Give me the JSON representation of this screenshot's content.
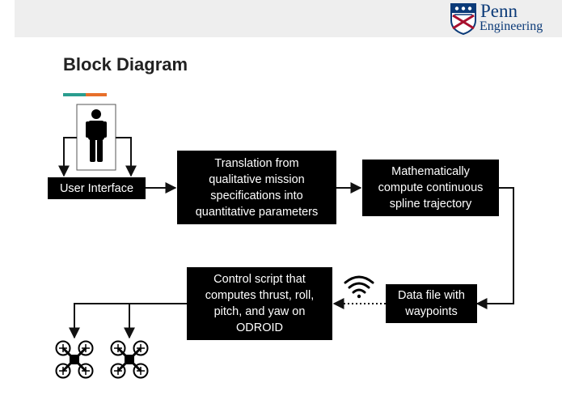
{
  "header": {
    "logo_line1": "Penn",
    "logo_line2": "Engineering",
    "logo_colors": {
      "navy": "#0b3a78",
      "red": "#a8102e"
    }
  },
  "slide": {
    "title": "Block Diagram",
    "accent_colors": [
      "#2a9d8f",
      "#e76f2a"
    ]
  },
  "diagram": {
    "nodes": {
      "user_interface": "User Interface",
      "translation": "Translation from\nqualitative mission\nspecifications into\nquantitative parameters",
      "spline": "Mathematically\ncompute continuous\nspline trajectory",
      "data_file": "Data file with\nwaypoints",
      "control_script": "Control script that\ncomputes thrust, roll,\npitch, and yaw on\nODROID"
    },
    "icons": [
      "person-icon",
      "wifi-icon",
      "drone-icon",
      "drone-icon"
    ],
    "edges": [
      {
        "from": "user",
        "to": "user_interface",
        "style": "solid"
      },
      {
        "from": "user_interface",
        "to": "translation",
        "style": "solid"
      },
      {
        "from": "translation",
        "to": "spline",
        "style": "solid"
      },
      {
        "from": "spline",
        "to": "data_file",
        "style": "solid"
      },
      {
        "from": "data_file",
        "to": "control_script",
        "style": "dotted",
        "label_icon": "wifi-icon"
      },
      {
        "from": "control_script",
        "to": "drones",
        "style": "solid"
      }
    ]
  }
}
